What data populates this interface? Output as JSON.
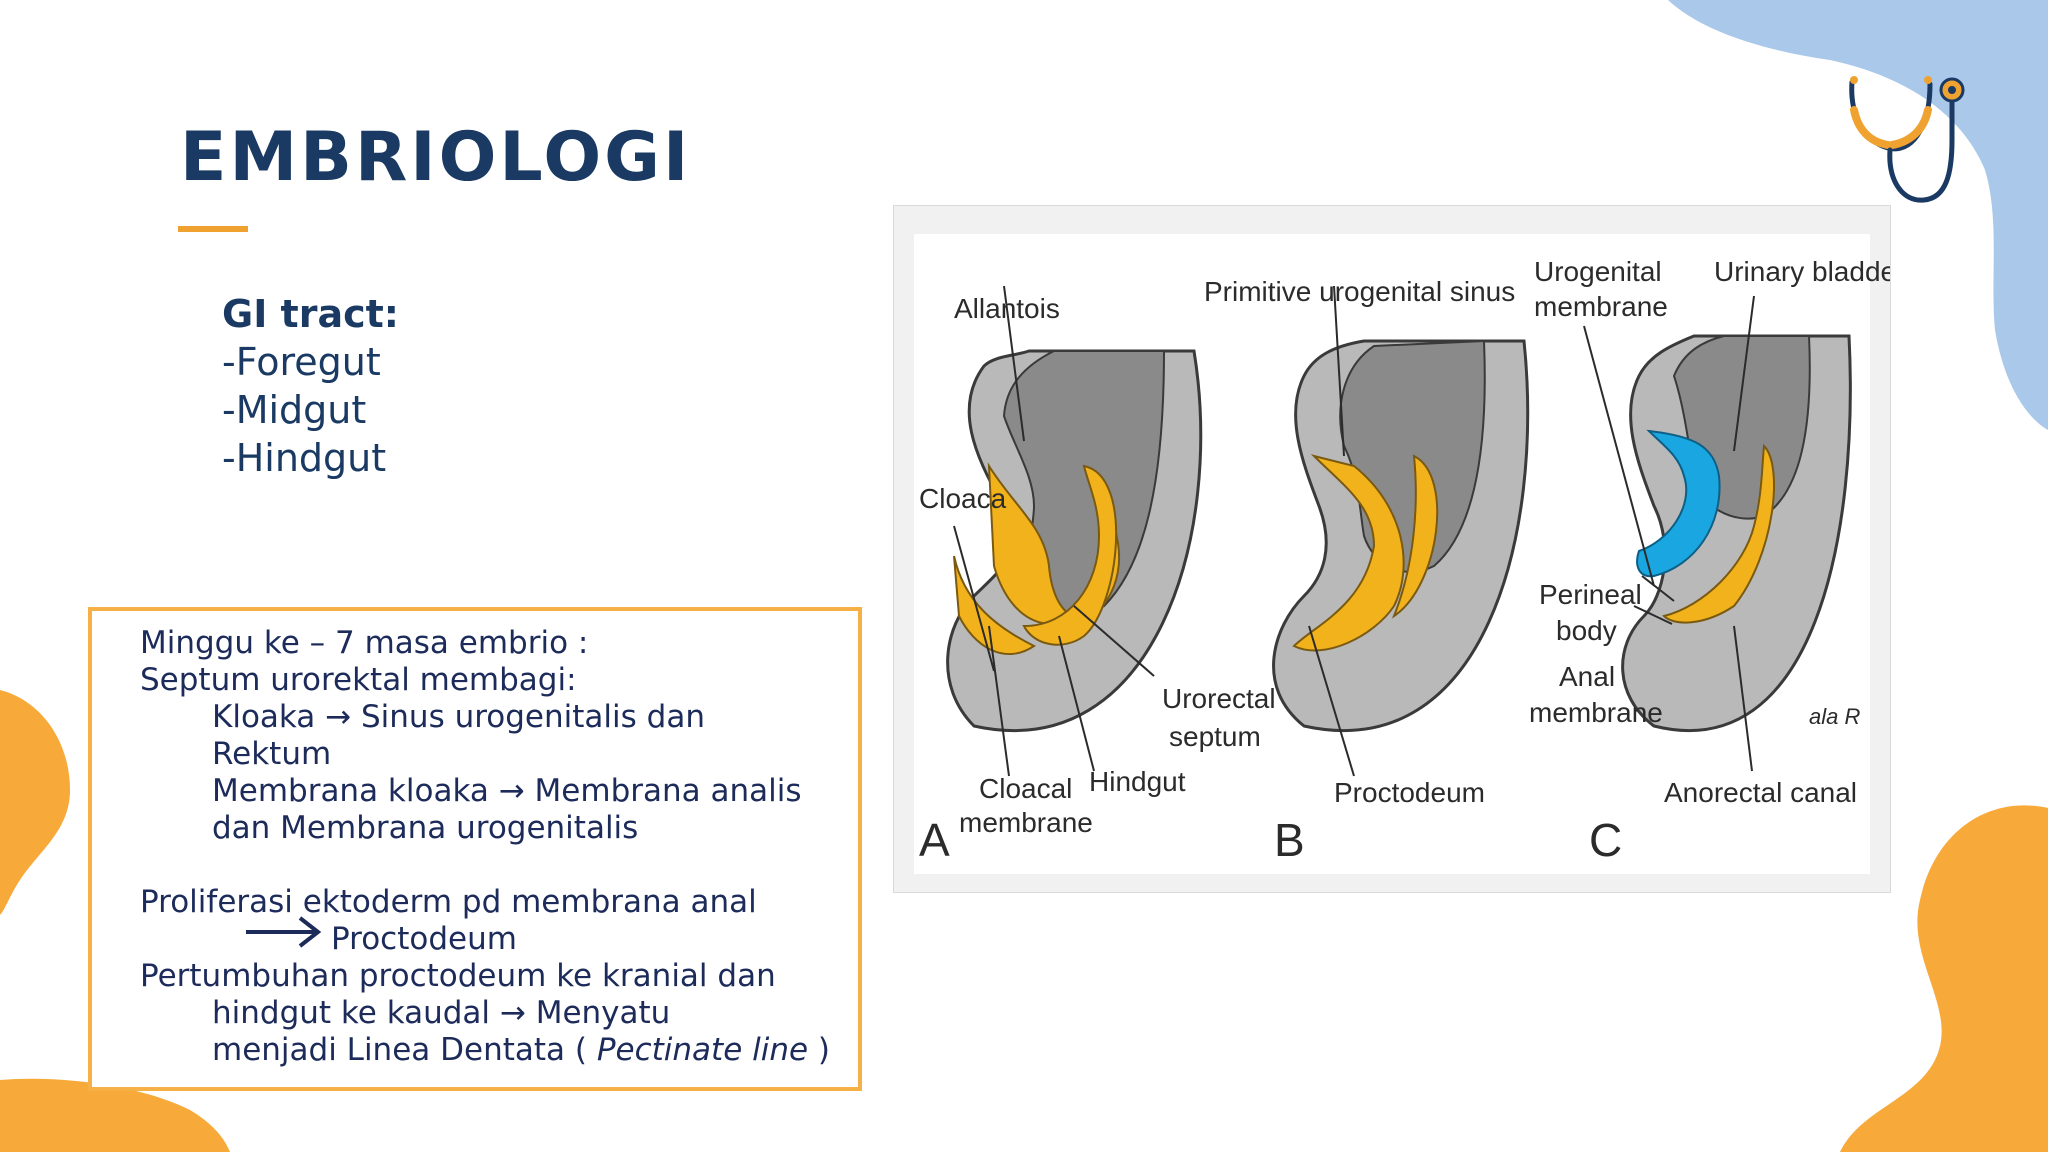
{
  "slide": {
    "title": "EMBRIOLOGI",
    "gi_header": "GI tract:",
    "gi_items": [
      "-Foregut",
      "-Midgut",
      "-Hindgut"
    ],
    "box_lines": [
      "Minggu ke – 7 masa embrio :",
      "Septum urorektal membagi:",
      "Kloaka  →  Sinus urogenitalis dan",
      "Rektum",
      "Membrana  kloaka → Membrana analis",
      "dan Membrana urogenitalis",
      "Proliferasi ektoderm pd membrana anal",
      "Proctodeum",
      "Pertumbuhan proctodeum ke  kranial dan",
      "hindgut ke kaudal →   Menyatu",
      "menjadi Linea Dentata ( ",
      "Pectinate line",
      " )"
    ]
  },
  "figure": {
    "labels": {
      "allantois": "Allantois",
      "cloaca": "Cloaca",
      "cloacal_membrane_1": "Cloacal",
      "cloacal_membrane_2": "membrane",
      "hindgut": "Hindgut",
      "urorectal_1": "Urorectal",
      "urorectal_2": "septum",
      "prim_sinus": "Primitive urogenital sinus",
      "proctodeum": "Proctodeum",
      "urogenital_1": "Urogenital",
      "urogenital_2": "membrane",
      "urinary_bladder": "Urinary bladder",
      "perineal_1": "Perineal",
      "perineal_2": "body",
      "anal_1": "Anal",
      "anal_2": "membrane",
      "anorectal": "Anorectal canal",
      "signature": "ala R",
      "letter_a": "A",
      "letter_b": "B",
      "letter_c": "C"
    }
  },
  "colors": {
    "title": "#1a3a63",
    "accent_orange": "#f0a231",
    "accent_blue": "#a9c8ea",
    "gut_yellow": "#f2b21c",
    "bladder_blue": "#1aa6e0"
  },
  "icons": [
    "stethoscope-icon",
    "arrow-right-icon"
  ]
}
